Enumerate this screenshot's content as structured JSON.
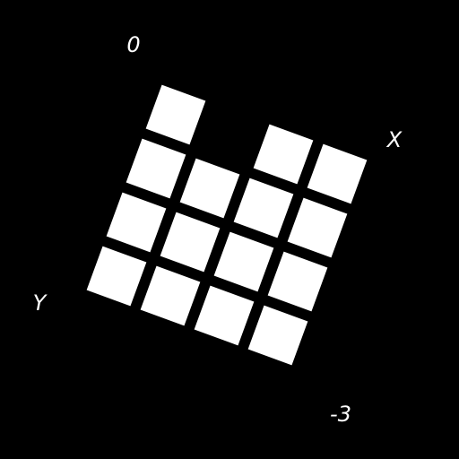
{
  "labels": {
    "origin": "0",
    "x_axis": "X",
    "y_axis": "Y",
    "corner": "-3"
  },
  "colors": {
    "background": "#000000",
    "cell": "#ffffff"
  },
  "grid": {
    "columns": 4,
    "rows": 4,
    "filled": [
      [
        1,
        0,
        1,
        1
      ],
      [
        1,
        1,
        1,
        1
      ],
      [
        1,
        1,
        1,
        1
      ],
      [
        1,
        1,
        1,
        1
      ]
    ]
  }
}
